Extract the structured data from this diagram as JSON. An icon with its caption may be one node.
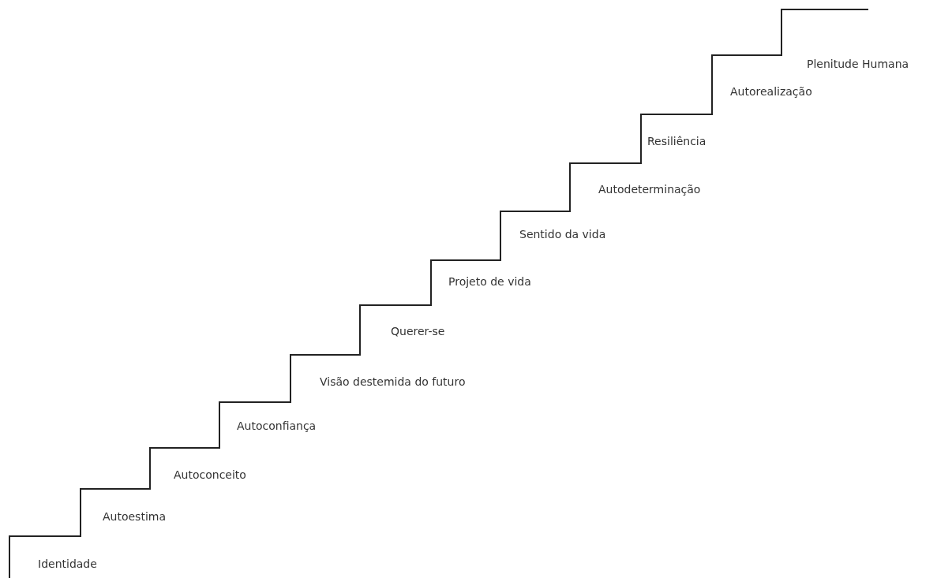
{
  "diagram": {
    "labels": [
      "Plenitude Humana",
      "Autorealização",
      "Resiliência",
      "Autodeterminação",
      "Sentido da vida",
      "Projeto de vida",
      "Querer-se",
      "Visão destemida do futuro",
      "Autoconfiança",
      "Autoconceito",
      "Autoestima",
      "Identidade"
    ]
  }
}
